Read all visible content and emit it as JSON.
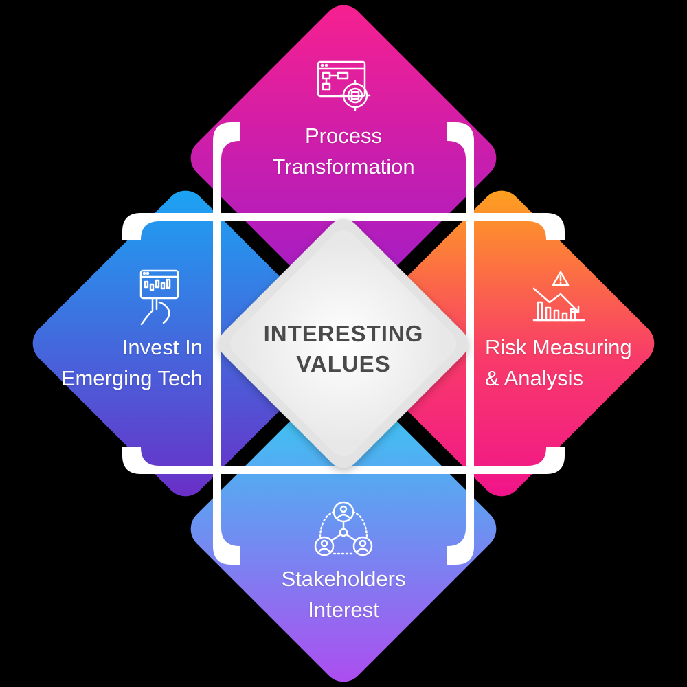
{
  "center": {
    "line1": "INTERESTING",
    "line2": "VALUES"
  },
  "items": [
    {
      "id": "top",
      "line1": "Process",
      "line2": "Transformation",
      "icon": "process-flowchart-gear-icon",
      "gradient": [
        "#f7218f",
        "#a01cc9"
      ]
    },
    {
      "id": "left",
      "line1": "Invest In",
      "line2": "Emerging Tech",
      "icon": "stock-chart-touch-icon",
      "gradient": [
        "#1a9cf2",
        "#6a2fc8"
      ]
    },
    {
      "id": "right",
      "line1": "Risk Measuring",
      "line2": "& Analysis",
      "icon": "declining-chart-warning-icon",
      "gradient": [
        "#ff9a1a",
        "#f5167e"
      ]
    },
    {
      "id": "bottom",
      "line1": "Stakeholders",
      "line2": "Interest",
      "icon": "stakeholder-network-icon",
      "gradient": [
        "#2fd2f2",
        "#a64cf0"
      ]
    }
  ],
  "colors": {
    "background": "#000000",
    "frame": "#ffffff",
    "center_text": "#4a4a4a"
  }
}
